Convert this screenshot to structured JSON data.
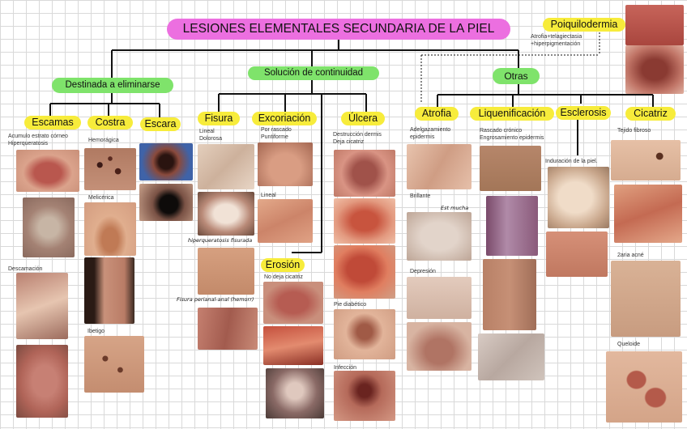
{
  "title": "LESIONES ELEMENTALES SECUNDARIA DE LA PIEL",
  "branches": {
    "eliminate": "Destinada a eliminarse",
    "continuity": "Solución de continuidad",
    "others": "Otras"
  },
  "categories": {
    "escamas": "Escamas",
    "costra": "Costra",
    "escara": "Escara",
    "fisura": "Fisura",
    "excoriacion": "Excoriación",
    "ulcera": "Úlcera",
    "erosion": "Erosión",
    "atrofia": "Atrofia",
    "liquenificacion": "Liquenificación",
    "esclerosis": "Esclerosis",
    "cicatriz": "Cicatriz",
    "poiquilodermia": "Poiquilodermia"
  },
  "descriptions": {
    "escamas_1": "Acumulo estrato córneo",
    "escamas_2": "Hiperqueratosis",
    "descamacion": "Descamación",
    "hemorragica": "Hemorágica",
    "melicerica": "Melicérica",
    "impetigo": "Ibetigo",
    "fisura_1": "Lineal",
    "fisura_2": "Dolorosa",
    "fisura_hand_1": "hiperqueratosis fisurada",
    "fisura_hand_2": "Fisura perianal-anal (hemorr)",
    "excoriacion_1": "Por rascado",
    "excoriacion_2": "Puntiforme",
    "excoriacion_lineal": "Lineal",
    "erosion_1": "No deja cicatriz",
    "ulcera_1": "Destrucción dermis",
    "ulcera_2": "Deja cicatriz",
    "pie_diabetico": "Pie diabético",
    "infeccion": "Infección",
    "atrofia_1": "Adelgazamiento",
    "atrofia_2": "epidermis",
    "brillante": "Brillante",
    "atrofia_hand": "Est mucha",
    "depresion": "Depresión",
    "liq_1": "Rascado crónico",
    "liq_2": "Engrosamiento epidermis",
    "esclerosis_1": "Induración de la piel.",
    "cicatriz_1": "Tejido fibroso",
    "acne": "2aria acné",
    "queloide": "Queloide",
    "poiq_1": "Atrofia+telagiectasia",
    "poiq_2": "+hiperpigmentación"
  }
}
